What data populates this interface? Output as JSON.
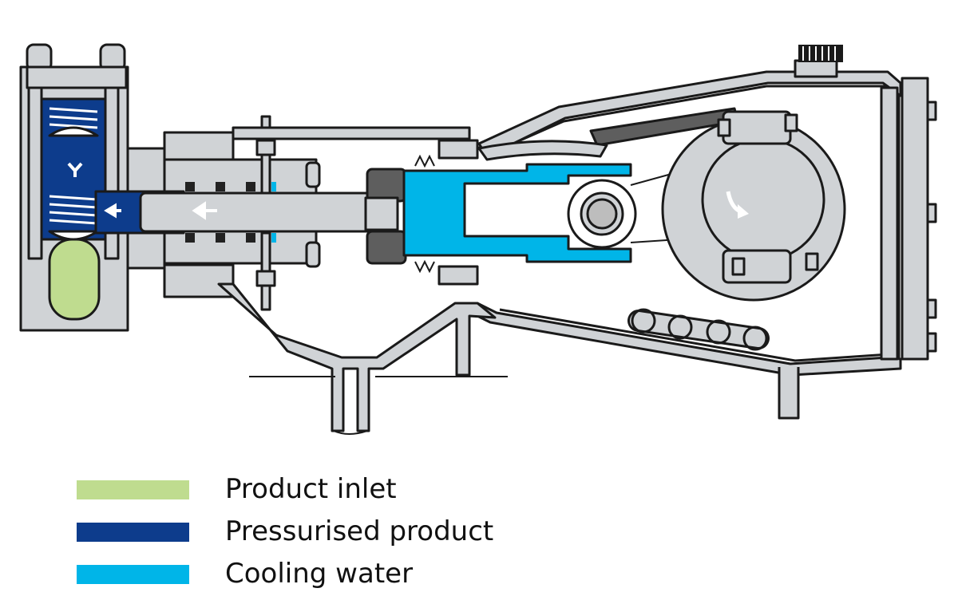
{
  "colors": {
    "product_inlet": "#bfdc8f",
    "pressurised_product": "#0d3c8c",
    "cooling_water": "#00b5e8",
    "casing": "#d0d3d6",
    "dark_part": "#5e5e5e",
    "cooling_coil": "#9ed3d3",
    "outline": "#1a1a1a"
  },
  "legend": {
    "items": [
      {
        "label": "Product inlet",
        "color_key": "product_inlet"
      },
      {
        "label": "Pressurised product",
        "color_key": "pressurised_product"
      },
      {
        "label": "Cooling water",
        "color_key": "cooling_water"
      }
    ]
  },
  "icons": [
    "flow-arrow-icon",
    "check-valve-icon",
    "rotation-arrow-icon",
    "breather-cap-icon"
  ]
}
